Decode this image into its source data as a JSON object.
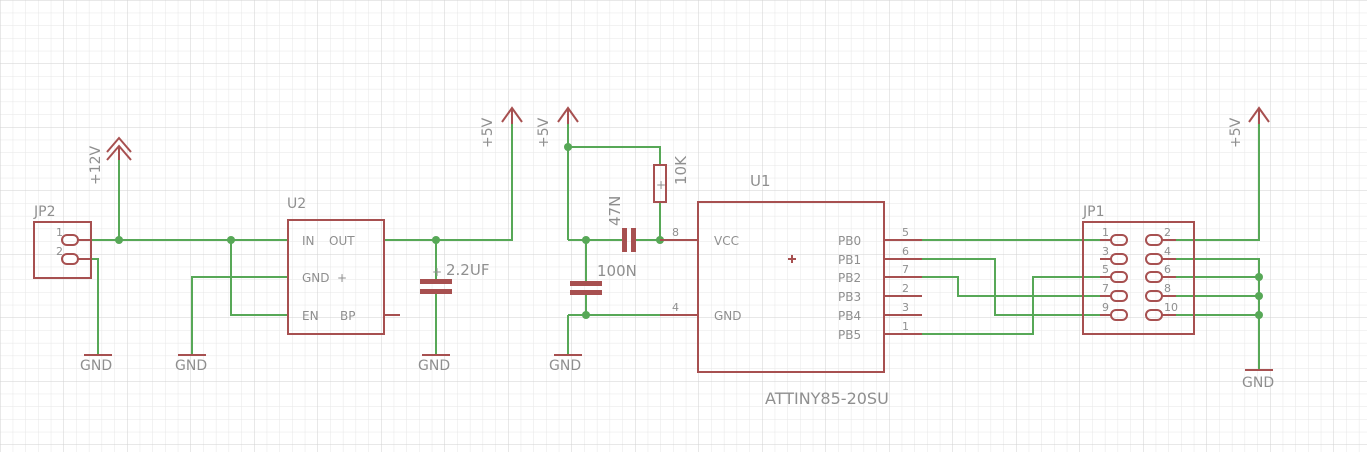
{
  "nets": {
    "plus12v": "+12V",
    "plus5v": "+5V",
    "gnd": "GND"
  },
  "parts": {
    "jp2": {
      "name": "JP2",
      "pins": [
        "1",
        "2"
      ]
    },
    "u2": {
      "name": "U2",
      "pins": {
        "in": "IN",
        "out": "OUT",
        "gnd": "GND",
        "en": "EN",
        "bp": "BP"
      },
      "plus": "+"
    },
    "c_out": {
      "value": "2.2UF"
    },
    "r1": {
      "value": "10K"
    },
    "c_filter": {
      "value": "47N"
    },
    "c_dec": {
      "value": "100N"
    },
    "u1": {
      "name": "U1",
      "part": "ATTINY85-20SU",
      "pins": {
        "vcc": "VCC",
        "gnd": "GND",
        "pb0": "PB0",
        "pb1": "PB1",
        "pb2": "PB2",
        "pb3": "PB3",
        "pb4": "PB4",
        "pb5": "PB5"
      },
      "pin_numbers": {
        "vcc": "8",
        "gnd": "4",
        "pb0": "5",
        "pb1": "6",
        "pb2": "7",
        "pb3": "2",
        "pb4": "3",
        "pb5": "1"
      }
    },
    "jp1": {
      "name": "JP1",
      "pins": [
        "1",
        "2",
        "3",
        "4",
        "5",
        "6",
        "7",
        "8",
        "9",
        "10"
      ]
    }
  },
  "colors": {
    "symbol": "#a75050",
    "net": "#57a857",
    "label": "#8f8f8f",
    "grid_minor": "#e6e6e6",
    "grid_major": "#d2d2d2",
    "background": "#ffffff"
  }
}
